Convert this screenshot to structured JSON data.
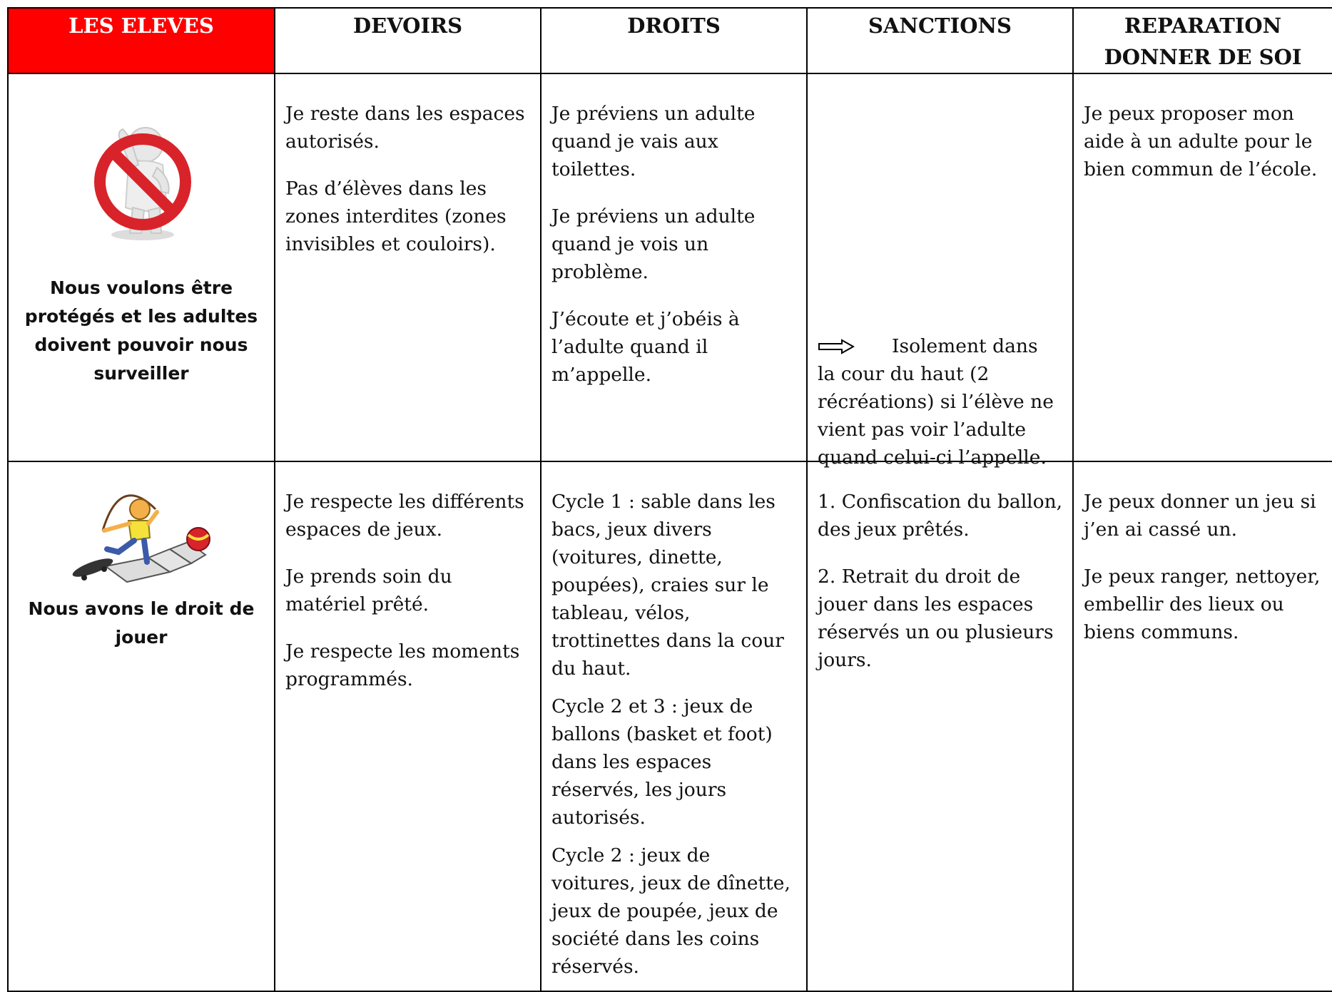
{
  "headers": [
    "LES ELEVES",
    "DEVOIRS",
    "DROITS",
    "SANCTIONS",
    "REPARATION DONNER DE SOI"
  ],
  "header_last_lines": [
    "REPARATION",
    "DONNER DE SOI"
  ],
  "colors": {
    "header_highlight": "#ff0000",
    "header_highlight_text": "#ffffff",
    "border": "#000000"
  },
  "rows": [
    {
      "icon": "no-entry-person-icon",
      "title": "Nous voulons être protégés et les adultes doivent pouvoir nous surveiller",
      "devoirs": [
        "Je reste dans les espaces autorisés.",
        "Pas d’élèves dans les zones interdites (zones invisibles et couloirs)."
      ],
      "droits": [
        "Je préviens un adulte quand je vais aux toilettes.",
        "Je préviens un adulte quand je vois un problème.",
        "J’écoute et j’obéis à l’adulte quand il m’appelle."
      ],
      "sanctions": {
        "arrow_icon": "right-arrow-icon",
        "first": "Isolement dans",
        "rest": "la cour du haut (2 récréations) si l’élève ne vient pas voir l’adulte quand celui-ci l’appelle."
      },
      "reparation": [
        "Je peux proposer mon aide à un adulte pour le bien commun de l’école."
      ]
    },
    {
      "icon": "jump-rope-child-icon",
      "title": "Nous avons le droit de jouer",
      "devoirs": [
        "Je respecte les différents espaces de jeux.",
        "Je prends soin du matériel prêté.",
        "Je respecte les moments programmés."
      ],
      "droits": [
        "Cycle 1 : sable dans les bacs, jeux divers (voitures, dinette, poupées), craies sur le tableau, vélos, trottinettes dans la cour du haut.",
        "Cycle 2 et 3 : jeux de ballons (basket et foot) dans les espaces réservés, les jours autorisés.",
        "Cycle 2 : jeux de voitures, jeux de dînette, jeux de poupée, jeux de société dans les coins réservés."
      ],
      "sanctions": [
        "1. Confiscation du ballon, des jeux prêtés.",
        "2. Retrait du droit de jouer dans les espaces réservés un ou plusieurs jours."
      ],
      "reparation": [
        "Je peux donner un jeu si j’en ai cassé un.",
        "Je peux ranger, nettoyer, embellir des lieux ou biens communs."
      ]
    }
  ]
}
